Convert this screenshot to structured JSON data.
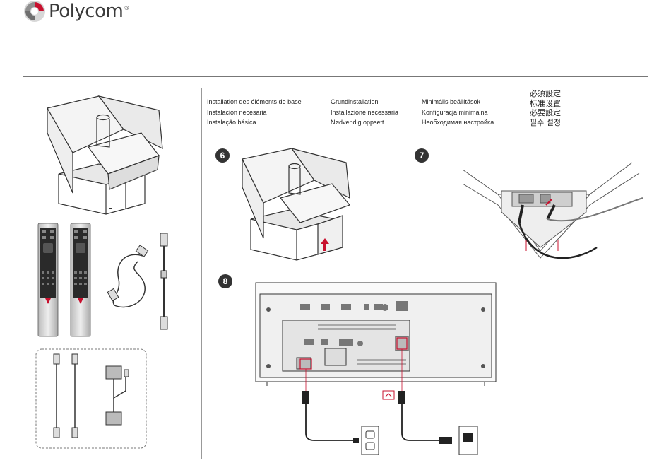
{
  "brand": {
    "name": "Polycom",
    "mark": "®"
  },
  "titles": {
    "col1": [
      "Installation des éléments de base",
      "Instalación necesaria",
      "Instalação básica"
    ],
    "col2": [
      "Grundinstallation",
      "Installazione necessaria",
      "Nødvendig oppsett"
    ],
    "col3": [
      "Minimális beállítások",
      "Konfiguracja minimalna",
      "Необходимая настройка"
    ],
    "col4": [
      "必須設定",
      "标准设置",
      "必要設定",
      "필수 설정"
    ]
  },
  "steps": {
    "s6": "6",
    "s7": "7",
    "s8": "8"
  },
  "colors": {
    "text": "#222222",
    "rule": "#777777",
    "accent": "#c8102e",
    "step_badge": "#333333"
  }
}
